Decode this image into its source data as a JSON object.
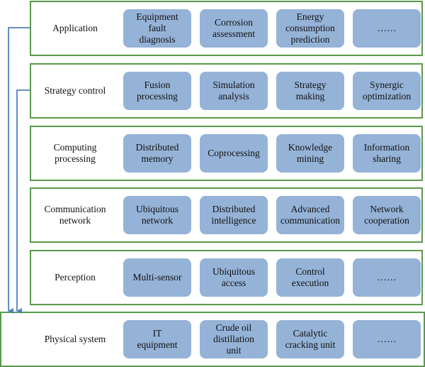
{
  "layers": [
    {
      "name": "Application",
      "items": [
        "Equipment\nfault\ndiagnosis",
        "Corrosion\nassessment",
        "Energy\nconsumption\nprediction",
        "……"
      ]
    },
    {
      "name": "Strategy control",
      "items": [
        "Fusion\nprocessing",
        "Simulation\nanalysis",
        "Strategy\nmaking",
        "Synergic\noptimization"
      ]
    },
    {
      "name": "Computing\nprocessing",
      "items": [
        "Distributed\nmemory",
        "Coprocessing",
        "Knowledge\nmining",
        "Information\nsharing"
      ]
    },
    {
      "name": "Communication\nnetwork",
      "items": [
        "Ubiquitous\nnetwork",
        "Distributed\nintelligence",
        "Advanced\ncommunication",
        "Network\ncooperation"
      ]
    },
    {
      "name": "Perception",
      "items": [
        "Multi-sensor",
        "Ubiquitous\naccess",
        "Control\nexecution",
        "……"
      ]
    },
    {
      "name": "Physical system",
      "items": [
        "IT\nequipment",
        "Crude oil\ndistillation\nunit",
        "Catalytic\ncracking unit",
        "……"
      ]
    }
  ],
  "colors": {
    "border": "#5a9a4a",
    "node": "#95b3d7",
    "arrow": "#4f81bd"
  }
}
